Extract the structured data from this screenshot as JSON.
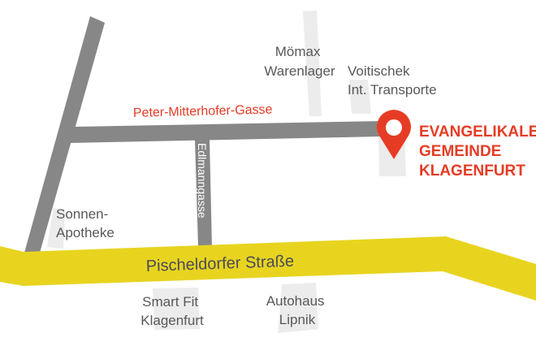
{
  "colors": {
    "main_road": "#e8d41f",
    "side_road": "#878787",
    "building": "#ececec",
    "accent": "#e63c25",
    "label": "#58585a"
  },
  "streets": {
    "main": "Pischeldorfer Straße",
    "peter": "Peter-Mitterhofer-Gasse",
    "edlmann": "Edlmanngasse"
  },
  "destination": {
    "icon": "map-pin-icon",
    "lines": [
      "EVANGELIKALE",
      "GEMEINDE",
      "KLAGENFURT"
    ]
  },
  "landmarks": {
    "moemax": [
      "Mömax",
      "Warenlager"
    ],
    "voitischek": [
      "Voitischek",
      "Int. Transporte"
    ],
    "sonnen": [
      "Sonnen-",
      "Apotheke"
    ],
    "smartfit": [
      "Smart Fit",
      "Klagenfurt"
    ],
    "autohaus": [
      "Autohaus",
      "Lipnik"
    ]
  }
}
